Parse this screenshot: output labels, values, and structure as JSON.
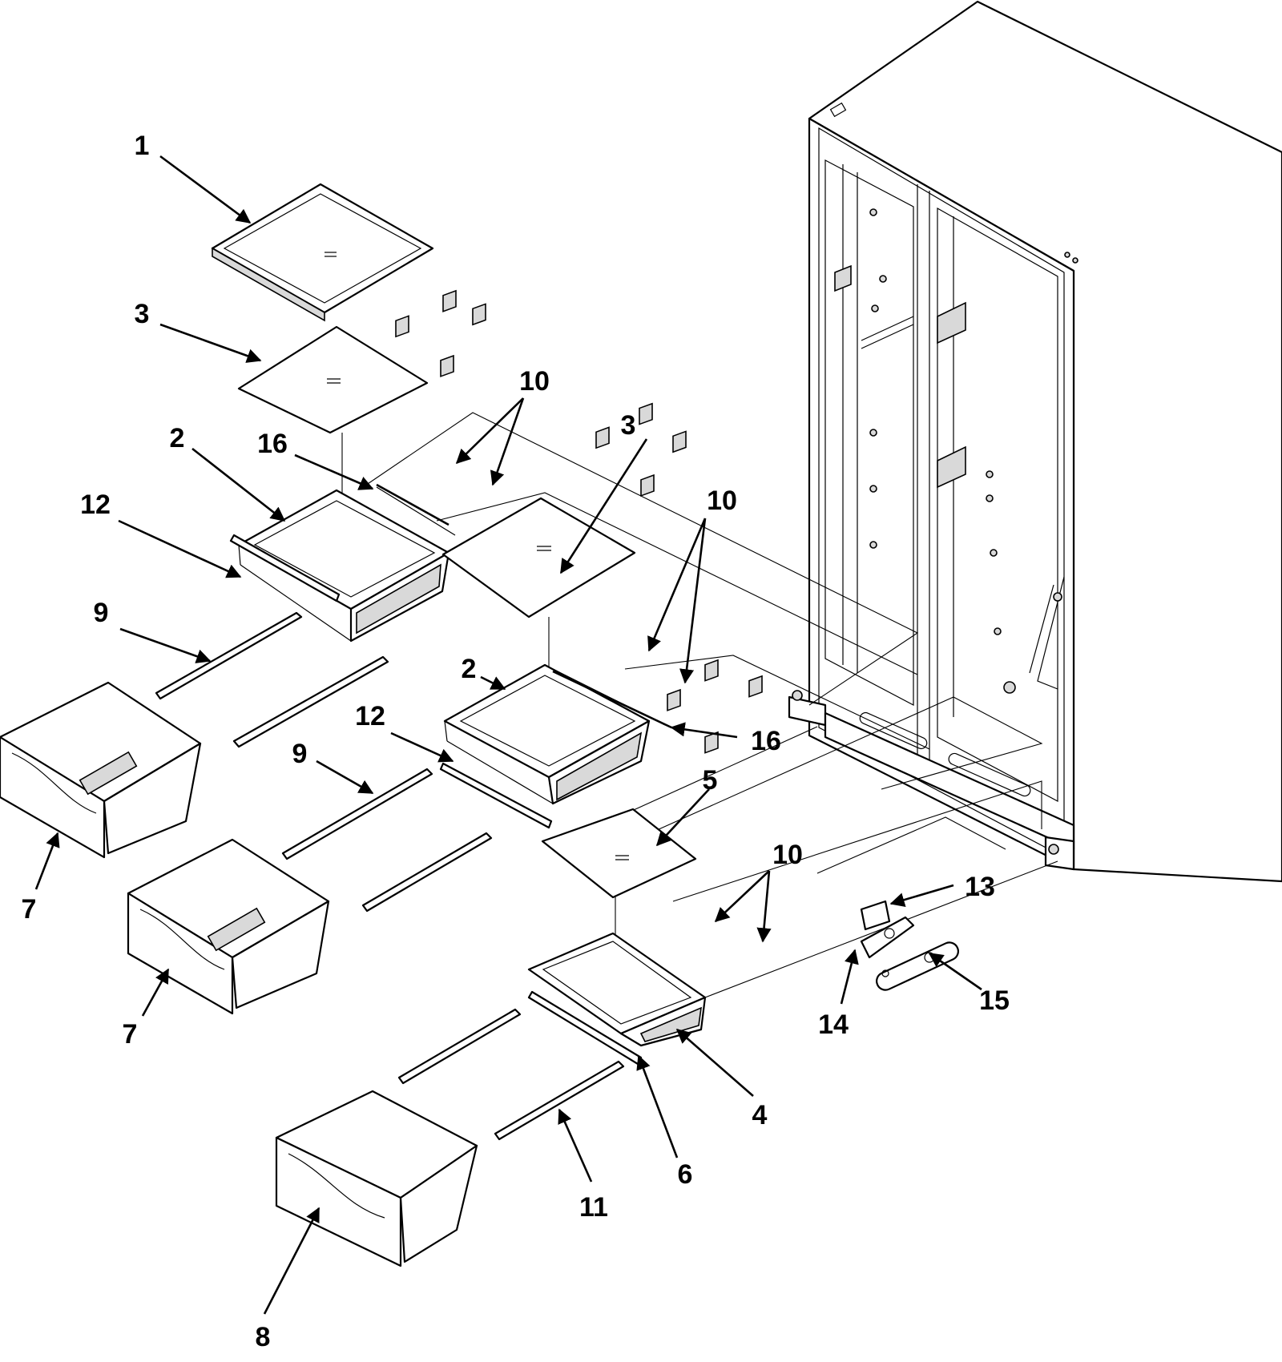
{
  "diagram": {
    "callouts": [
      "1",
      "3",
      "10",
      "2",
      "16",
      "12",
      "3",
      "10",
      "9",
      "2",
      "12",
      "16",
      "9",
      "5",
      "7",
      "10",
      "13",
      "7",
      "14",
      "15",
      "4",
      "6",
      "11",
      "8"
    ]
  },
  "colors": {
    "ink": "#000000",
    "paper": "#ffffff",
    "shade": "#d9d9d9"
  }
}
